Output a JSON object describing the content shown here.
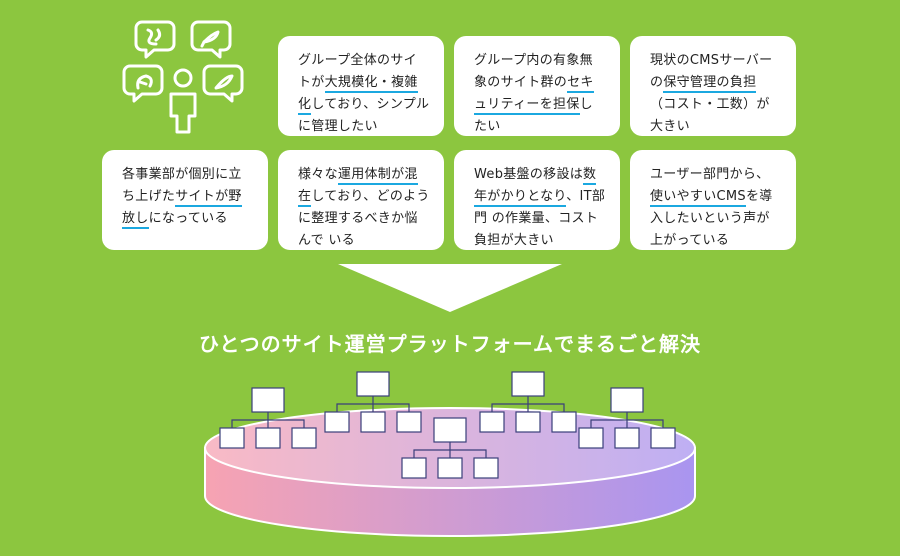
{
  "cards": [
    {
      "segments": [
        {
          "text": "グループ全体のサイトが"
        },
        {
          "text": "大規模化・複雑化",
          "hl": true
        },
        {
          "text": "しており、シンプルに管理したい"
        }
      ]
    },
    {
      "segments": [
        {
          "text": "グループ内の有象無象のサイト群の"
        },
        {
          "text": "セキュリティーを担保",
          "hl": true
        },
        {
          "text": "したい"
        }
      ]
    },
    {
      "segments": [
        {
          "text": "現状のCMSサーバーの"
        },
        {
          "text": "保守管理の負担",
          "hl": true
        },
        {
          "text": "（コスト・工数）が大きい"
        }
      ]
    },
    {
      "segments": [
        {
          "text": "各事業部が個別に立ち上げた"
        },
        {
          "text": "サイトが野放し",
          "hl": true
        },
        {
          "text": "になっている"
        }
      ]
    },
    {
      "segments": [
        {
          "text": "様々な"
        },
        {
          "text": "運用体制が混在",
          "hl": true
        },
        {
          "text": "しており、どのように整理するべきか悩んで いる"
        }
      ]
    },
    {
      "segments": [
        {
          "text": "Web基盤の移設は"
        },
        {
          "text": "数年がかりとなり",
          "hl": true
        },
        {
          "text": "、IT部門 の作業量、コスト負担が大きい"
        }
      ]
    },
    {
      "segments": [
        {
          "text": "ユーザー部門から、"
        },
        {
          "text": "使いやすいCMS",
          "hl": true
        },
        {
          "text": "を導入したいという声が上がっている"
        }
      ]
    }
  ],
  "headline": "ひとつのサイト運営プラットフォームでまるごと解決",
  "colors": {
    "background": "#8cc63f",
    "highlight": "#1ba8e0",
    "box_stroke": "#3a3f7a",
    "cylinder_left": "#f7a3b2",
    "cylinder_right": "#a995f0"
  },
  "icons": {
    "people": "person-with-speech-bubbles-icon",
    "arrow": "down-triangle-arrow-icon",
    "platform": "platform-cylinder-icon",
    "sites": "site-tree-icon"
  }
}
